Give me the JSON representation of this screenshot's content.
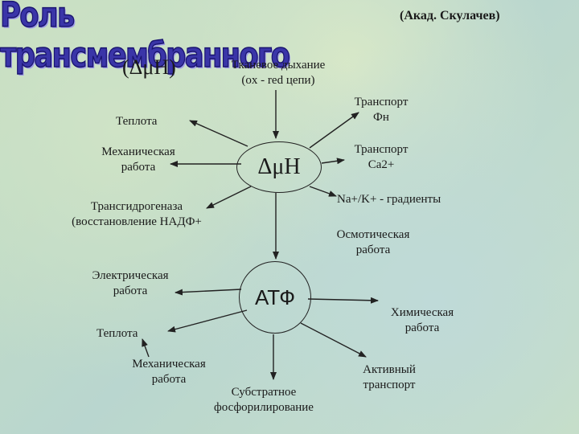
{
  "title": "Роль трансмембранного",
  "author": "(Акад. Скулачев)",
  "dmh_left": "(ΔμН)",
  "tissue_resp_line1": "Тканевое дыхание",
  "tissue_resp_line2": "(ox - red цепи)",
  "center_dmh": "ΔμН",
  "center_atf": "АТФ",
  "top_labels": {
    "heat": "Теплота",
    "mech_line1": "Механическая",
    "mech_line2": "работа",
    "transhydro_line1": "Трансгидрогеназа",
    "transhydro_line2": "(восстановление НАДФ+",
    "transport_fn_line1": "Транспорт",
    "transport_fn_line2": "Фн",
    "transport_ca_line1": "Транспорт",
    "transport_ca_line2": "Са2+",
    "na_k": "Na+/K+ - градиенты",
    "osm_line1": "Осмотическая",
    "osm_line2": "работа"
  },
  "bottom_labels": {
    "elec_line1": "Электрическая",
    "elec_line2": "работа",
    "heat": "Теплота",
    "mech_line1": "Механическая",
    "mech_line2": "работа",
    "substrate_line1": "Субстратное",
    "substrate_line2": "фосфорилирование",
    "chem_line1": "Химическая",
    "chem_line2": "работа",
    "active_line1": "Активный",
    "active_line2": "транспорт"
  }
}
